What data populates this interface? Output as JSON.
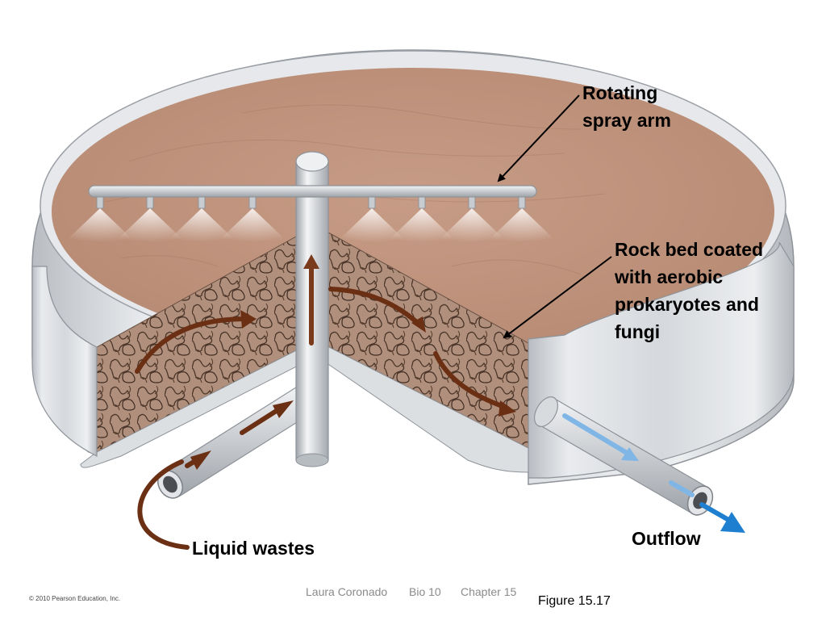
{
  "labels": {
    "spray_arm": "Rotating\nspray arm",
    "rock_bed": "Rock bed coated\nwith aerobic\nprokaryotes and\nfungi",
    "liquid_wastes": "Liquid wastes",
    "outflow": "Outflow"
  },
  "footer": {
    "author": "Laura Coronado",
    "course": "Bio 10",
    "chapter": "Chapter 15",
    "figure": "Figure 15.17",
    "copyright": "© 2010 Pearson Education, Inc."
  },
  "colors": {
    "flow_arrow": "#6b2f14",
    "outflow_arrow": "#1e7fd0",
    "outflow_light": "#7fb6e6",
    "wall": "#cfd2d6",
    "sand": "#c99b84",
    "rock_bed": "#8a6a58"
  }
}
